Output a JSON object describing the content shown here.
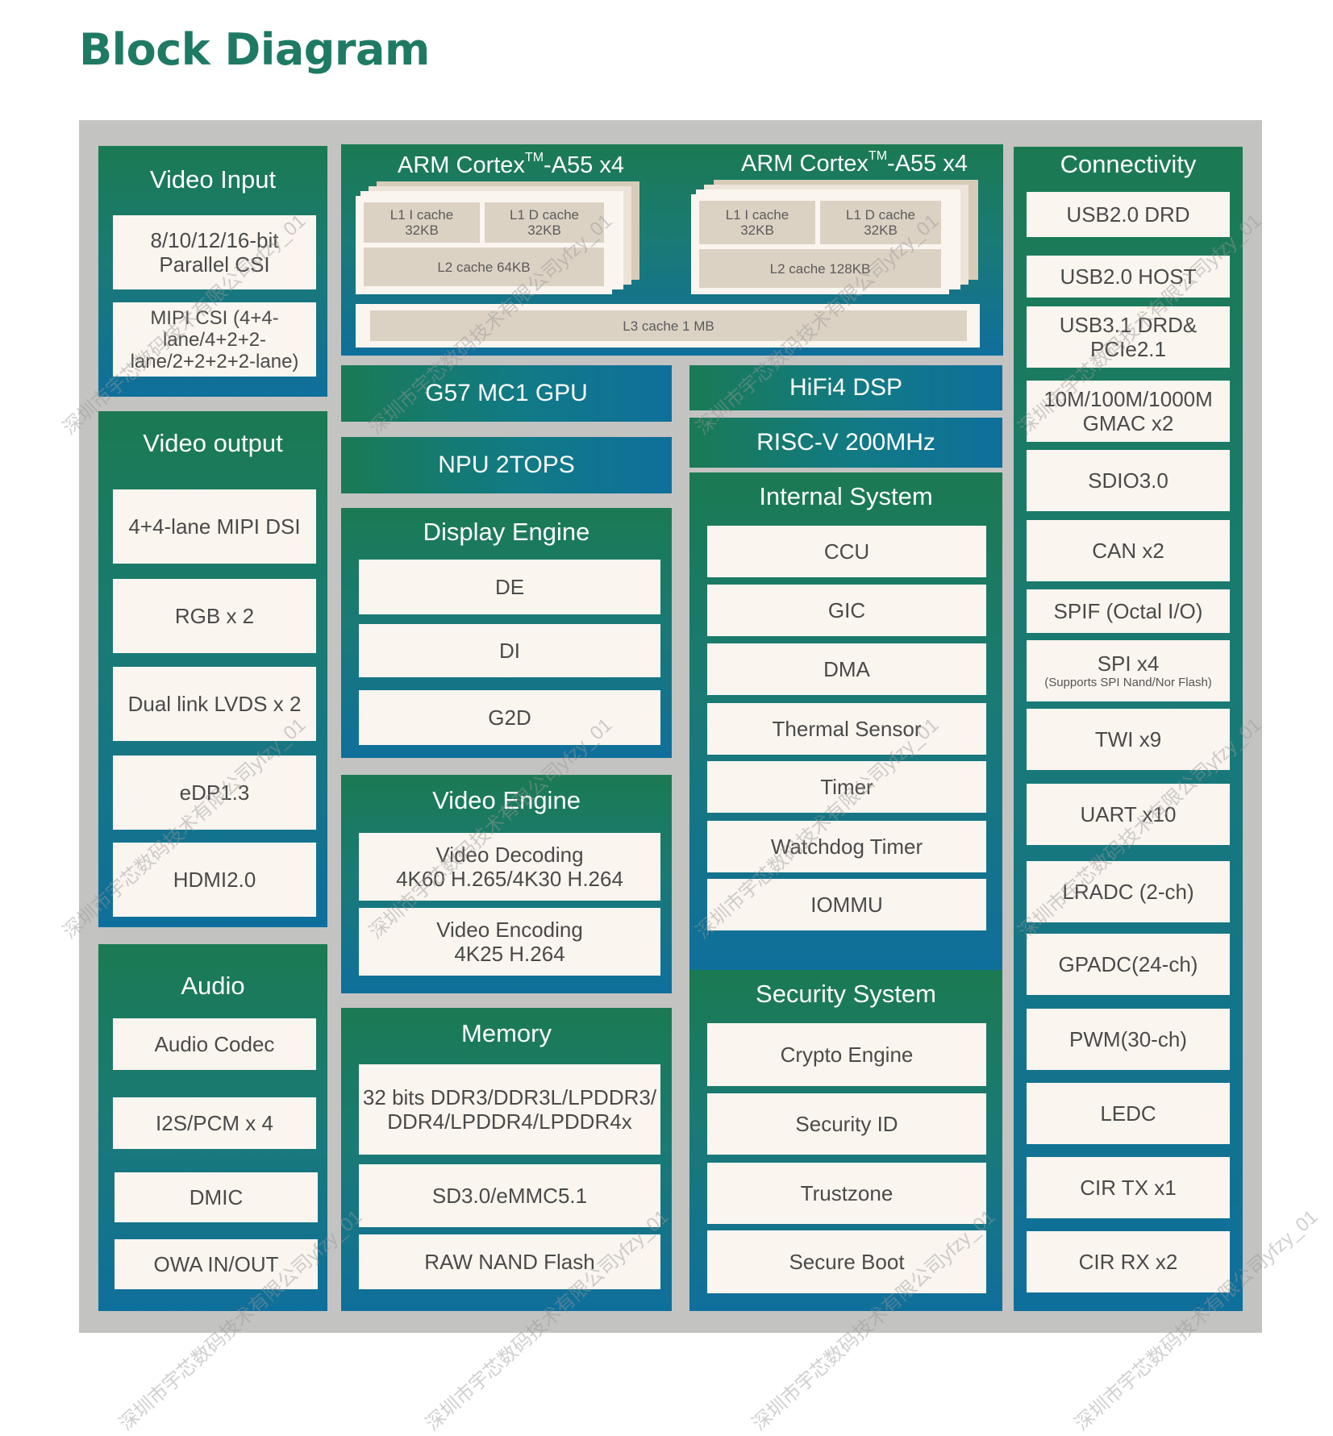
{
  "title": "Block Diagram",
  "video_input": {
    "title": "Video Input",
    "items": [
      "8/10/12/16-bit Parallel CSI",
      "MIPI CSI (4+4-lane/4+2+2-lane/2+2+2+2-lane)"
    ]
  },
  "video_output": {
    "title": "Video output",
    "items": [
      "4+4-lane MIPI DSI",
      "RGB x 2",
      "Dual link LVDS x 2",
      "eDP1.3",
      "HDMI2.0"
    ]
  },
  "audio": {
    "title": "Audio",
    "items": [
      "Audio Codec",
      "I2S/PCM x 4",
      "DMIC",
      "OWA IN/OUT"
    ]
  },
  "cpu": {
    "left": {
      "title": "ARM Cortex",
      "title_sup": "TM",
      "title_suffix": "-A55 x4",
      "l1i": "L1 I cache",
      "l1i_size": "32KB",
      "l1d": "L1 D cache",
      "l1d_size": "32KB",
      "l2": "L2 cache 64KB"
    },
    "right": {
      "title": "ARM Cortex",
      "title_sup": "TM",
      "title_suffix": "-A55 x4",
      "l1i": "L1 I cache",
      "l1i_size": "32KB",
      "l1d": "L1 D cache",
      "l1d_size": "32KB",
      "l2": "L2 cache 128KB"
    },
    "l3": "L3 cache 1 MB"
  },
  "gpu": "G57 MC1 GPU",
  "npu": "NPU 2TOPS",
  "dsp": "HiFi4 DSP",
  "riscv": "RISC-V 200MHz",
  "display_engine": {
    "title": "Display Engine",
    "items": [
      "DE",
      "DI",
      "G2D"
    ]
  },
  "video_engine": {
    "title": "Video Engine",
    "items": [
      {
        "line1": "Video Decoding",
        "line2": "4K60 H.265/4K30 H.264"
      },
      {
        "line1": "Video Encoding",
        "line2": "4K25 H.264"
      }
    ]
  },
  "memory": {
    "title": "Memory",
    "items": [
      {
        "line1": "32 bits DDR3/DDR3L/LPDDR3/",
        "line2": "DDR4/LPDDR4/LPDDR4x"
      },
      {
        "line1": "SD3.0/eMMC5.1",
        "line2": ""
      },
      {
        "line1": "RAW NAND Flash",
        "line2": ""
      }
    ]
  },
  "internal_system": {
    "title": "Internal System",
    "items": [
      "CCU",
      "GIC",
      "DMA",
      "Thermal Sensor",
      "Timer",
      "Watchdog Timer",
      "IOMMU"
    ]
  },
  "security_system": {
    "title": "Security System",
    "items": [
      "Crypto Engine",
      "Security ID",
      "Trustzone",
      "Secure Boot"
    ]
  },
  "connectivity": {
    "title": "Connectivity",
    "items": [
      {
        "line1": "USB2.0 DRD",
        "line2": ""
      },
      {
        "line1": "USB2.0 HOST",
        "line2": ""
      },
      {
        "line1": "USB3.1 DRD&",
        "line2": "PCIe2.1"
      },
      {
        "line1": "10M/100M/1000M",
        "line2": "GMAC x2"
      },
      {
        "line1": "SDIO3.0",
        "line2": ""
      },
      {
        "line1": "CAN x2",
        "line2": ""
      },
      {
        "line1": "SPIF (Octal I/O)",
        "line2": ""
      },
      {
        "line1": "SPI x4",
        "line2": "(Supports SPI Nand/Nor Flash)"
      },
      {
        "line1": "TWI x9",
        "line2": ""
      },
      {
        "line1": "UART x10",
        "line2": ""
      },
      {
        "line1": "LRADC (2-ch)",
        "line2": ""
      },
      {
        "line1": "GPADC(24-ch)",
        "line2": ""
      },
      {
        "line1": "PWM(30-ch)",
        "line2": ""
      },
      {
        "line1": "LEDC",
        "line2": ""
      },
      {
        "line1": "CIR TX x1",
        "line2": ""
      },
      {
        "line1": "CIR RX x2",
        "line2": ""
      }
    ]
  },
  "watermark": "深圳市宇芯数码技术有限公司yfzy_01",
  "colors": {
    "title": "#1e7a63",
    "panel_top": "#1b7a52",
    "panel_bottom": "#0f6f9c",
    "box": "#fbf5ef",
    "cache": "#dcd2c4",
    "background": "#c3c3c1"
  }
}
